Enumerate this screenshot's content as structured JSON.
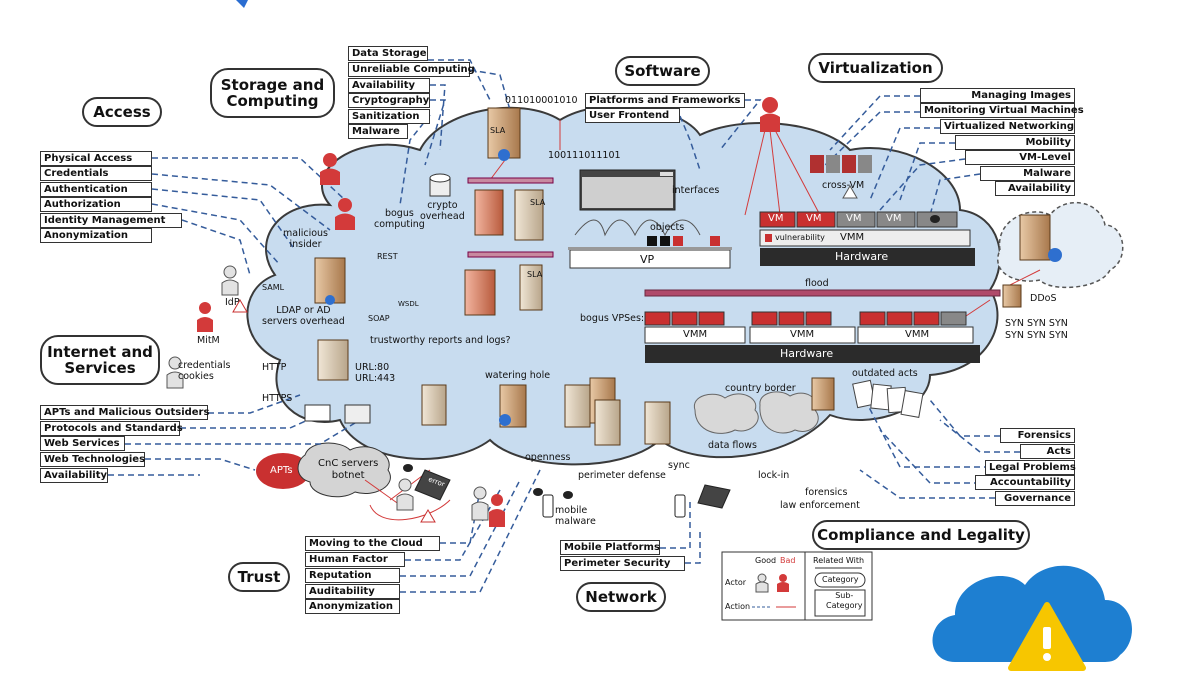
{
  "categories": {
    "access": "Access",
    "storage": "Storage and Computing",
    "software": "Software",
    "virtualization": "Virtualization",
    "internet": "Internet and Services",
    "trust": "Trust",
    "network": "Network",
    "compliance": "Compliance and Legality"
  },
  "subcategories": {
    "access": [
      "Physical Access",
      "Credentials",
      "Authentication",
      "Authorization",
      "Identity Management",
      "Anonymization"
    ],
    "storage": [
      "Data Storage",
      "Unreliable Computing",
      "Availability",
      "Cryptography",
      "Sanitization",
      "Malware"
    ],
    "software": [
      "Platforms and Frameworks",
      "User Frontend"
    ],
    "virtualization": [
      "Managing Images",
      "Monitoring Virtual Machines",
      "Virtualized Networking",
      "Mobility",
      "VM-Level",
      "Malware",
      "Availability"
    ],
    "internet": [
      "APTs and Malicious Outsiders",
      "Protocols and Standards",
      "Web Services",
      "Web Technologies",
      "Availability"
    ],
    "trust": [
      "Moving to the Cloud",
      "Human Factor",
      "Reputation",
      "Auditability",
      "Anonymization"
    ],
    "network": [
      "Mobile Platforms",
      "Perimeter Security"
    ],
    "compliance": [
      "Forensics",
      "Acts",
      "Legal Problems",
      "Accountability",
      "Governance"
    ]
  },
  "labels": {
    "binary1": "011010001010",
    "binary2": "100111011101",
    "sla": "SLA",
    "crypto_overhead": "crypto\noverhead",
    "bogus_computing": "bogus\ncomputing",
    "malicious_insider": "malicious\ninsider",
    "interfaces": "interfaces",
    "objects": "objects",
    "vp": "VP",
    "cross_vm": "cross-VM",
    "vm": "VM",
    "vulnerability": "vulnerability",
    "vmm": "VMM",
    "hardware": "Hardware",
    "flood": "flood",
    "bogus_vpses": "bogus VPSes:",
    "ddos": "DDoS",
    "syn": "SYN SYN SYN\nSYN SYN SYN",
    "rest": "REST",
    "wsdl": "WSDL",
    "soap": "SOAP",
    "saml": "SAML",
    "idp": "IdP",
    "ldap": "LDAP or AD\nservers overhead",
    "trustworthy": "trustworthy reports and logs?",
    "mitm": "MitM",
    "credentials_cookies": "credentials\ncookies",
    "http": "HTTP",
    "https": "HTTPS",
    "url": "URL:80\nURL:443",
    "watering_hole": "watering hole",
    "country_border": "country border",
    "outdated_acts": "outdated acts",
    "data_flows": "data flows",
    "lock_in": "lock-in",
    "forensics_lbl": "forensics",
    "law_enforcement": "law enforcement",
    "openness": "openness",
    "perimeter_defense": "perimeter defense",
    "sync": "sync",
    "mobile_malware": "mobile\nmalware",
    "apts": "APTs",
    "cnc": "CnC servers\nbotnet",
    "error": "error"
  },
  "legend": {
    "good": "Good",
    "bad": "Bad",
    "actor": "Actor",
    "action": "Action",
    "related_with": "Related With",
    "category": "Category",
    "subcategory": "Sub-\nCategory"
  },
  "icons": [
    "warning-cloud-icon",
    "server-icon",
    "user-icon",
    "attacker-icon",
    "laptop-icon",
    "phone-icon",
    "bug-icon",
    "database-icon",
    "globe-icon"
  ],
  "colors": {
    "cloud_fill": "#c8dcef",
    "cloud_stroke": "#3a3a3a",
    "attacker_red": "#d33a3a",
    "vm_red": "#c93030",
    "hardware_dark": "#2b2b2b",
    "badge_blue": "#1e7fd1",
    "badge_yellow": "#f7c600",
    "connector_blue": "#355c9b"
  }
}
